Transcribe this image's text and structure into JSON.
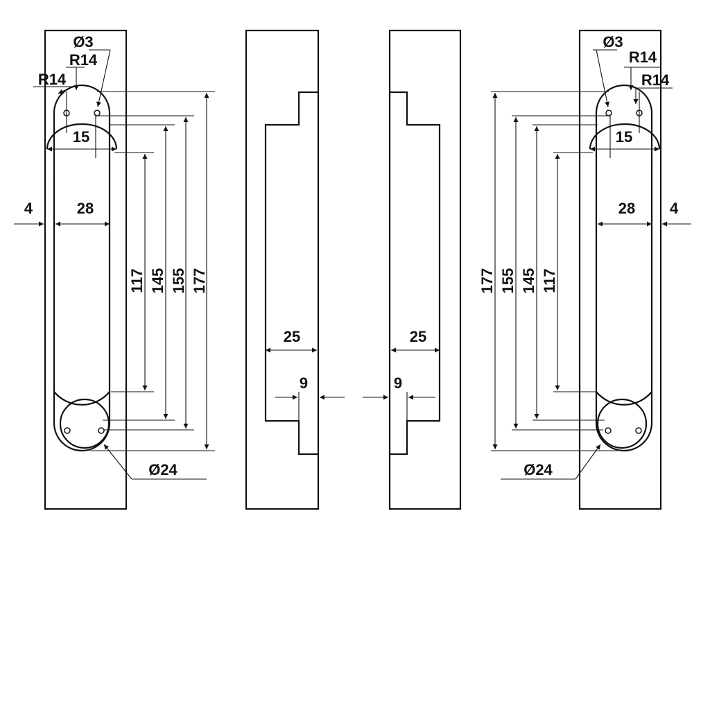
{
  "views": [
    {
      "id": "left-front",
      "labels": {
        "hole_dia": "Ø3",
        "radius_upper": "R14",
        "radius_lower": "R14",
        "center_distance": "15",
        "edge_offset": "4",
        "cutout_width": "28",
        "length_117": "117",
        "length_145": "145",
        "length_155": "155",
        "length_177": "177",
        "hub_dia": "Ø24"
      }
    },
    {
      "id": "left-side",
      "labels": {
        "depth": "25",
        "step": "9"
      }
    },
    {
      "id": "right-side",
      "labels": {
        "depth": "25",
        "step": "9"
      }
    },
    {
      "id": "right-front",
      "labels": {
        "hole_dia": "Ø3",
        "radius_upper": "R14",
        "radius_lower": "R14",
        "center_distance": "15",
        "edge_offset": "4",
        "cutout_width": "28",
        "length_117": "117",
        "length_145": "145",
        "length_155": "155",
        "length_177": "177",
        "hub_dia": "Ø24"
      }
    }
  ]
}
